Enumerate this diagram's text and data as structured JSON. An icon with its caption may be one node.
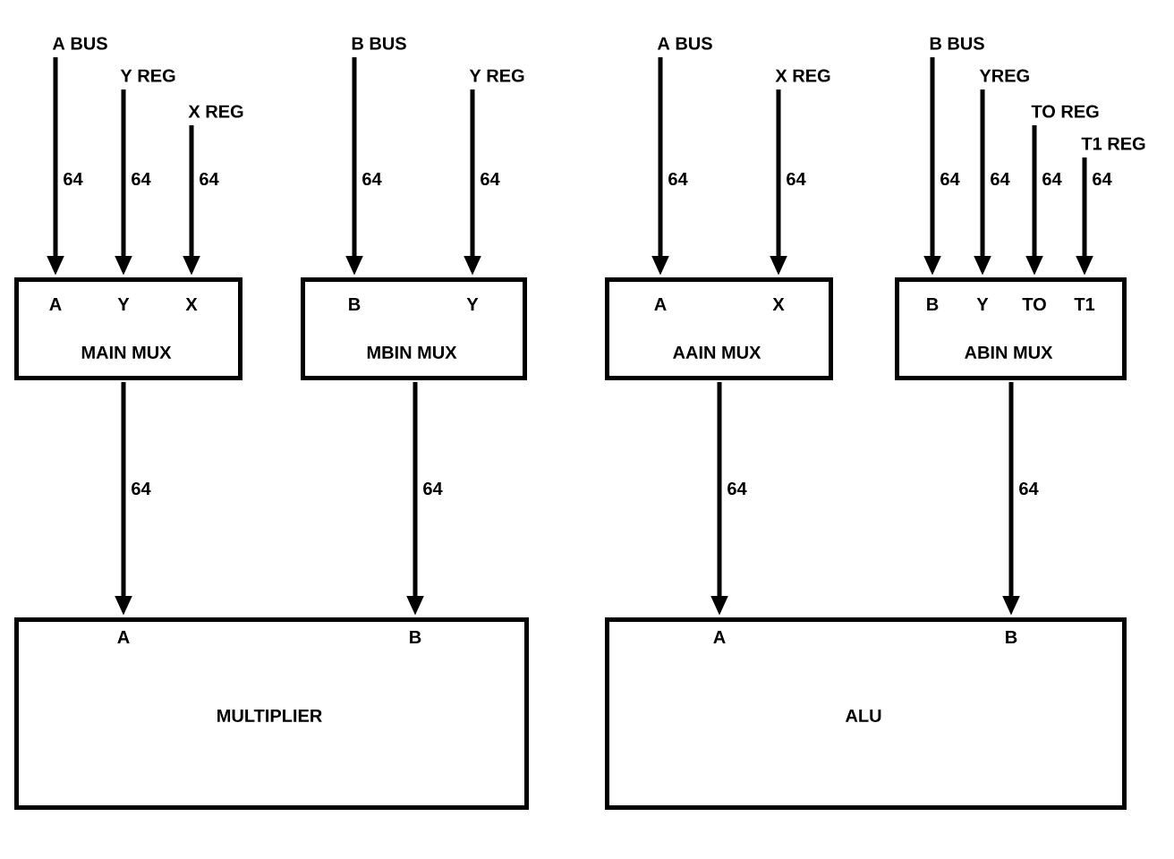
{
  "diagram": {
    "nodes": [
      {
        "text": [
          "A BUS"
        ]
      },
      {
        "text": [
          "Y REG"
        ]
      },
      {
        "text": [
          "X REG"
        ]
      },
      {
        "text": [
          "A",
          "Y",
          "X",
          "MAIN MUX"
        ]
      },
      {
        "text": [
          "B BUS"
        ]
      },
      {
        "text": [
          "Y REG"
        ]
      },
      {
        "text": [
          "B",
          "Y",
          "MBIN MUX"
        ]
      },
      {
        "text": [
          "A BUS"
        ]
      },
      {
        "text": [
          "X REG"
        ]
      },
      {
        "text": [
          "A",
          "X",
          "AAIN MUX"
        ]
      },
      {
        "text": [
          "B BUS"
        ]
      },
      {
        "text": [
          "YREG"
        ]
      },
      {
        "text": [
          "TO REG"
        ]
      },
      {
        "text": [
          "T1 REG"
        ]
      },
      {
        "text": [
          "B",
          "Y",
          "TO",
          "T1",
          "ABIN MUX"
        ]
      },
      {
        "text": [
          "A",
          "B",
          "MULTIPLIER"
        ]
      },
      {
        "text": [
          "A",
          "B",
          "ALU"
        ]
      }
    ],
    "edges": [
      {
        "from": 0,
        "to": 3,
        "arrow": "to",
        "label": "64"
      },
      {
        "from": 1,
        "to": 3,
        "arrow": "to",
        "label": "64"
      },
      {
        "from": 2,
        "to": 3,
        "arrow": "to",
        "label": "64"
      },
      {
        "from": 4,
        "to": 6,
        "arrow": "to",
        "label": "64"
      },
      {
        "from": 5,
        "to": 6,
        "arrow": "to",
        "label": "64"
      },
      {
        "from": 7,
        "to": 9,
        "arrow": "to",
        "label": "64"
      },
      {
        "from": 8,
        "to": 9,
        "arrow": "to",
        "label": "64"
      },
      {
        "from": 10,
        "to": 14,
        "arrow": "to",
        "label": "64"
      },
      {
        "from": 11,
        "to": 14,
        "arrow": "to",
        "label": "64"
      },
      {
        "from": 12,
        "to": 14,
        "arrow": "to",
        "label": "64"
      },
      {
        "from": 13,
        "to": 14,
        "arrow": "to",
        "label": "64"
      },
      {
        "from": 3,
        "to": 15,
        "arrow": "to",
        "label": "64"
      },
      {
        "from": 6,
        "to": 15,
        "arrow": "to",
        "label": "64"
      },
      {
        "from": 9,
        "to": 16,
        "arrow": "to",
        "label": "64"
      },
      {
        "from": 14,
        "to": 16,
        "arrow": "to",
        "label": "64"
      }
    ]
  }
}
